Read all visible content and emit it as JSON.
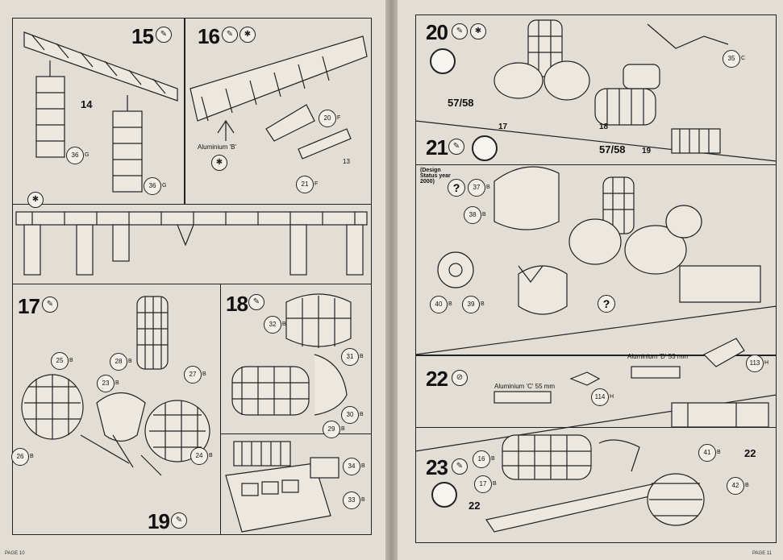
{
  "left_page": {
    "footer": "PAGE 10",
    "steps": {
      "s15": "15",
      "s16": "16",
      "s17": "17",
      "s18": "18",
      "s19": "19"
    },
    "labels": {
      "n14": "14",
      "aluminium_b": "Aluminium 'B'",
      "n13": "13"
    },
    "callouts": [
      {
        "num": "36",
        "letter": "G"
      },
      {
        "num": "36",
        "letter": "G"
      },
      {
        "num": "20",
        "letter": "F"
      },
      {
        "num": "21",
        "letter": "F"
      },
      {
        "num": "25",
        "letter": "B"
      },
      {
        "num": "26",
        "letter": "B"
      },
      {
        "num": "28",
        "letter": "B"
      },
      {
        "num": "27",
        "letter": "B"
      },
      {
        "num": "23",
        "letter": "B"
      },
      {
        "num": "24",
        "letter": "B"
      },
      {
        "num": "32",
        "letter": "B"
      },
      {
        "num": "31",
        "letter": "B"
      },
      {
        "num": "30",
        "letter": "B"
      },
      {
        "num": "29",
        "letter": "B"
      },
      {
        "num": "34",
        "letter": "B"
      },
      {
        "num": "33",
        "letter": "B"
      }
    ]
  },
  "right_page": {
    "footer": "PAGE 11",
    "steps": {
      "s20": "20",
      "s21": "21",
      "s22": "22",
      "s23": "23"
    },
    "labels": {
      "arrow_5758_a": "57/58",
      "arrow_5758_b": "57/58",
      "n17": "17",
      "n18": "18",
      "n19": "19",
      "design_note": "(Design Status year 2000)",
      "aluminium_c": "Aluminium 'C' 55 mm",
      "aluminium_d": "Aluminium 'D' 53 mm",
      "n22a": "22",
      "n22b": "22",
      "q": "?"
    },
    "callouts": [
      {
        "num": "35",
        "letter": "C"
      },
      {
        "num": "37",
        "letter": "B"
      },
      {
        "num": "38",
        "letter": "B"
      },
      {
        "num": "40",
        "letter": "B"
      },
      {
        "num": "39",
        "letter": "B"
      },
      {
        "num": "113",
        "letter": "H"
      },
      {
        "num": "114",
        "letter": "H"
      },
      {
        "num": "16",
        "letter": "B"
      },
      {
        "num": "17",
        "letter": "B"
      },
      {
        "num": "41",
        "letter": "B"
      },
      {
        "num": "42",
        "letter": "B"
      }
    ]
  }
}
